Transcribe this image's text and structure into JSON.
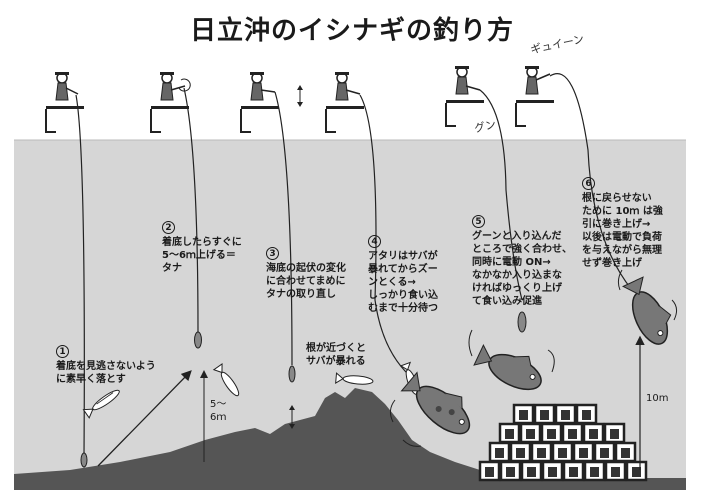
{
  "title": "日立沖のイシナギの釣り方",
  "colors": {
    "sea": "#d6d6d6",
    "seabed": "#555555",
    "line": "#222222",
    "water_line": "#bbbbbb"
  },
  "steps": [
    {
      "num": "1",
      "text": "着底を見逃さないよう\nに素早く落とす"
    },
    {
      "num": "2",
      "text": "着底したらすぐに\n5〜6ｍ上げる＝\nタナ"
    },
    {
      "num": "3",
      "text": "海底の起伏の変化\nに合わせてまめに\nタナの取り直し"
    },
    {
      "num": "4",
      "text": "アタリはサバが\n暴れてからズー\nンとくる→\nしっかり食い込\nむまで十分待つ"
    },
    {
      "num": "5",
      "text": "グーンと入り込んだ\nところで強く合わせ、\n同時に電動 ON→\nなかなか入り込まな\nければゆっくり上げ\nて食い込み促進"
    },
    {
      "num": "6",
      "text": "根に戻らせない\nために 10ｍ は強\n引に巻き上げ→\n以後は電動で負荷\nを与えながら無理\nせず巻き上げ"
    }
  ],
  "labels": {
    "rise": "5〜\n6ｍ",
    "reef_note": "根が近づくと\nサバが暴れる",
    "distance": "10m",
    "sound_rod": "ギュイーン",
    "sound_line": "グン"
  }
}
